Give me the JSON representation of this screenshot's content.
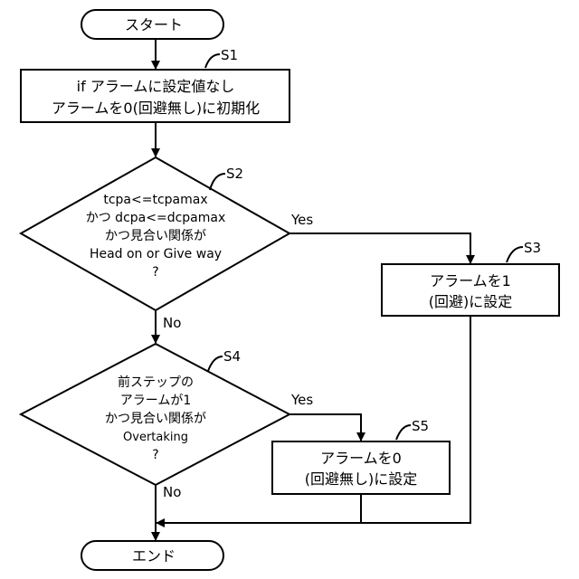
{
  "flowchart": {
    "start": "スタート",
    "end": "エンド",
    "s1": {
      "step_label": "S1",
      "lines": [
        "if アラームに設定値なし",
        "アラームを0(回避無し)に初期化"
      ]
    },
    "s2": {
      "step_label": "S2",
      "lines": [
        "tcpa<=tcpamax",
        "かつ dcpa<=dcpamax",
        "かつ見合い関係が",
        "Head on or Give way",
        "?"
      ]
    },
    "s3": {
      "step_label": "S3",
      "lines": [
        "アラームを1",
        "(回避)に設定"
      ]
    },
    "s4": {
      "step_label": "S4",
      "lines": [
        "前ステップの",
        "アラームが1",
        "かつ見合い関係が",
        "Overtaking",
        "?"
      ]
    },
    "s5": {
      "step_label": "S5",
      "lines": [
        "アラームを0",
        "(回避無し)に設定"
      ]
    },
    "edges": {
      "s2_yes": "Yes",
      "s2_no": "No",
      "s4_yes": "Yes",
      "s4_no": "No"
    }
  }
}
